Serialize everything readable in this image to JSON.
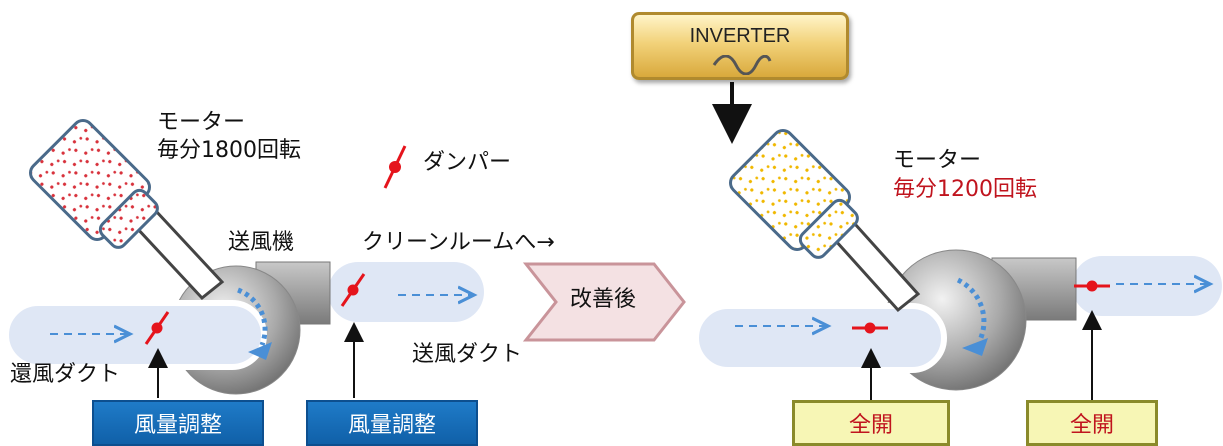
{
  "before": {
    "motor_label": "モーター",
    "motor_speed": "毎分1800回転",
    "damper_legend": "ダンパー",
    "fan_label": "送風機",
    "destination_label": "クリーンルームへ→",
    "return_duct_label": "還風ダクト",
    "supply_duct_label": "送風ダクト",
    "adjust_button_1": "風量調整",
    "adjust_button_2": "風量調整"
  },
  "transition_label": "改善後",
  "after": {
    "inverter_label": "INVERTER",
    "motor_label": "モーター",
    "motor_speed": "毎分1200回転",
    "open_button_1": "全開",
    "open_button_2": "全開"
  },
  "colors": {
    "duct": "#dfe7f5",
    "arrow": "#4a8fd6",
    "damper": "#e5141c",
    "blue_button": "#1565b5",
    "yellow_button": "#f7f6b5",
    "speed_after": "#c0141e"
  }
}
